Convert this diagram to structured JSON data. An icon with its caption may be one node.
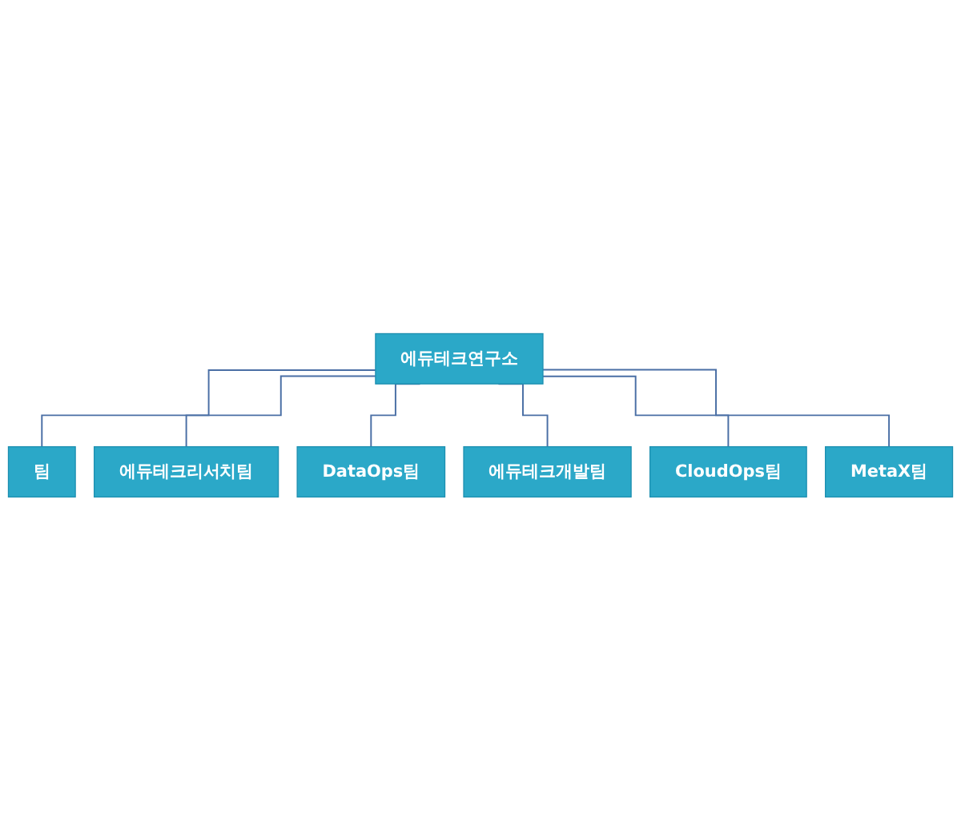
{
  "diagram": {
    "nodes": [
      {
        "text": [
          "에듀테크연구소"
        ]
      },
      {
        "text": [
          "팀"
        ]
      },
      {
        "text": [
          "에듀테크리서치팀"
        ]
      },
      {
        "text": [
          "DataOps팀"
        ]
      },
      {
        "text": [
          "에듀테크개발팀"
        ]
      },
      {
        "text": [
          "CloudOps팀"
        ]
      },
      {
        "text": [
          "MetaX팀"
        ]
      }
    ],
    "edges": [
      {
        "from": 0,
        "to": 1,
        "arrow": "none"
      },
      {
        "from": 0,
        "to": 2,
        "arrow": "none"
      },
      {
        "from": 0,
        "to": 3,
        "arrow": "none"
      },
      {
        "from": 0,
        "to": 4,
        "arrow": "none"
      },
      {
        "from": 0,
        "to": 5,
        "arrow": "none"
      },
      {
        "from": 0,
        "to": 6,
        "arrow": "none"
      }
    ]
  }
}
